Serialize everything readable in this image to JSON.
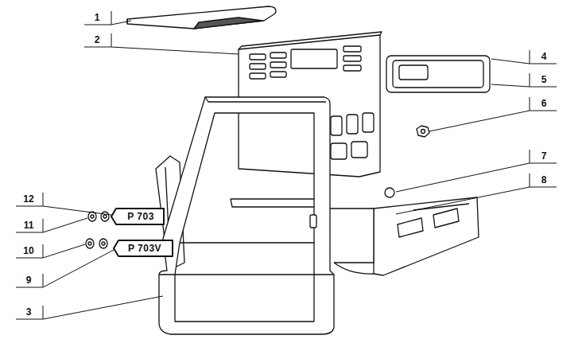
{
  "diagram": {
    "labels": [
      "1",
      "2",
      "3",
      "4",
      "5",
      "6",
      "7",
      "8",
      "9",
      "10",
      "11",
      "12",
      "P 703",
      "P 703V"
    ]
  }
}
